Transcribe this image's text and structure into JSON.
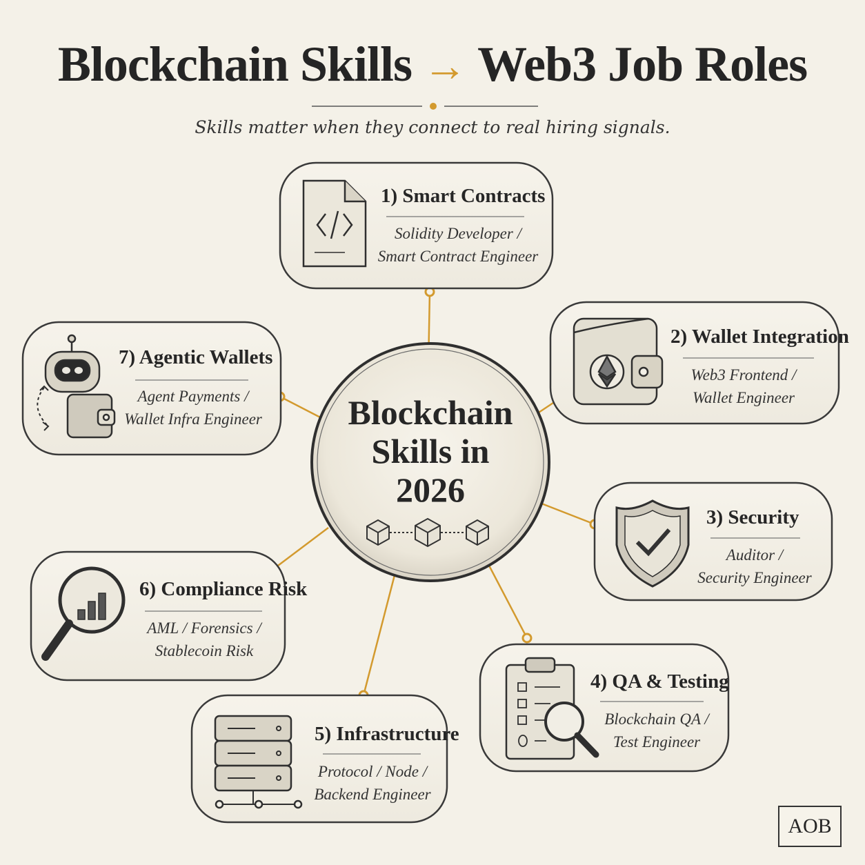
{
  "header": {
    "title_left": "Blockchain Skills",
    "title_arrow": "→",
    "title_right": "Web3 Job Roles",
    "subtitle": "Skills matter when they connect to real hiring signals."
  },
  "hub": {
    "line1": "Blockchain",
    "line2": "Skills in",
    "line3": "2026"
  },
  "cards": [
    {
      "title": "1) Smart Contracts",
      "role_line1": "Solidity Developer /",
      "role_line2": "Smart Contract Engineer",
      "icon": "code-document-icon"
    },
    {
      "title": "2) Wallet Integration",
      "role_line1": "Web3 Frontend /",
      "role_line2": "Wallet Engineer",
      "icon": "wallet-icon"
    },
    {
      "title": "3) Security",
      "role_line1": "Auditor /",
      "role_line2": "Security Engineer",
      "icon": "shield-check-icon"
    },
    {
      "title": "4) QA & Testing",
      "role_line1": "Blockchain QA /",
      "role_line2": "Test Engineer",
      "icon": "clipboard-checklist-icon"
    },
    {
      "title": "5) Infrastructure",
      "role_line1": "Protocol / Node /",
      "role_line2": "Backend Engineer",
      "icon": "server-stack-icon"
    },
    {
      "title": "6) Compliance Risk",
      "role_line1": "AML / Forensics /",
      "role_line2": "Stablecoin Risk",
      "icon": "magnifier-chart-icon"
    },
    {
      "title": "7) Agentic Wallets",
      "role_line1": "Agent Payments /",
      "role_line2": "Wallet Infra Engineer",
      "icon": "robot-wallet-icon"
    }
  ],
  "badge": "AOB",
  "colors": {
    "accent": "#d39a2e",
    "ink": "#262626",
    "paper": "#f4f1e8"
  }
}
